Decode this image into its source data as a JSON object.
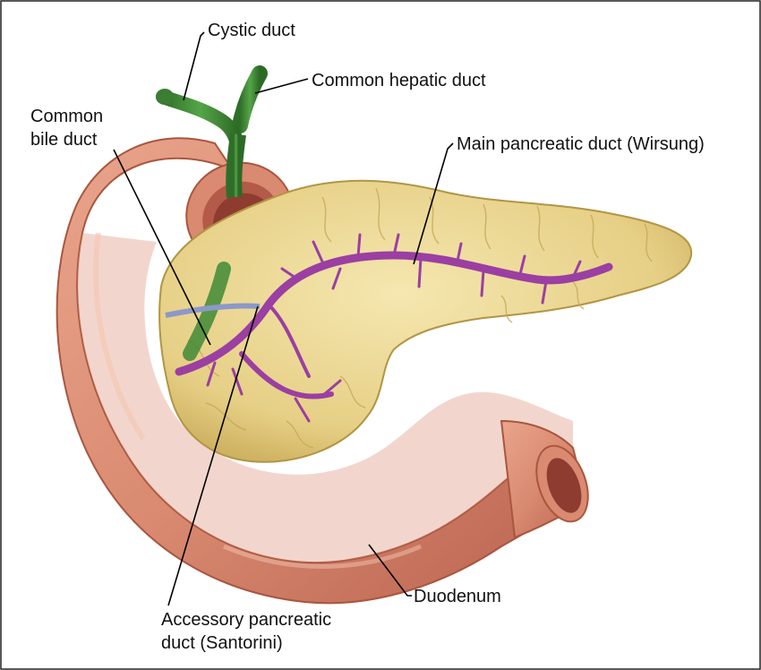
{
  "labels": {
    "cystic_duct": "Cystic duct",
    "common_hepatic_duct": "Common hepatic duct",
    "common_bile_duct_line1": "Common",
    "common_bile_duct_line2": "bile duct",
    "main_pancreatic_duct": "Main pancreatic duct (Wirsung)",
    "duodenum": "Duodenum",
    "accessory_duct_line1": "Accessory pancreatic",
    "accessory_duct_line2": "duct (Santorini)"
  },
  "colors": {
    "duodenum": "#d98a70",
    "duodenum_dark": "#b25a45",
    "pancreas": "#ead592",
    "pancreas_shadow": "#c9ae5a",
    "pancreatic_duct": "#9b3fa2",
    "bile_duct": "#3f8a35",
    "accessory_blue": "#8c98c8"
  }
}
